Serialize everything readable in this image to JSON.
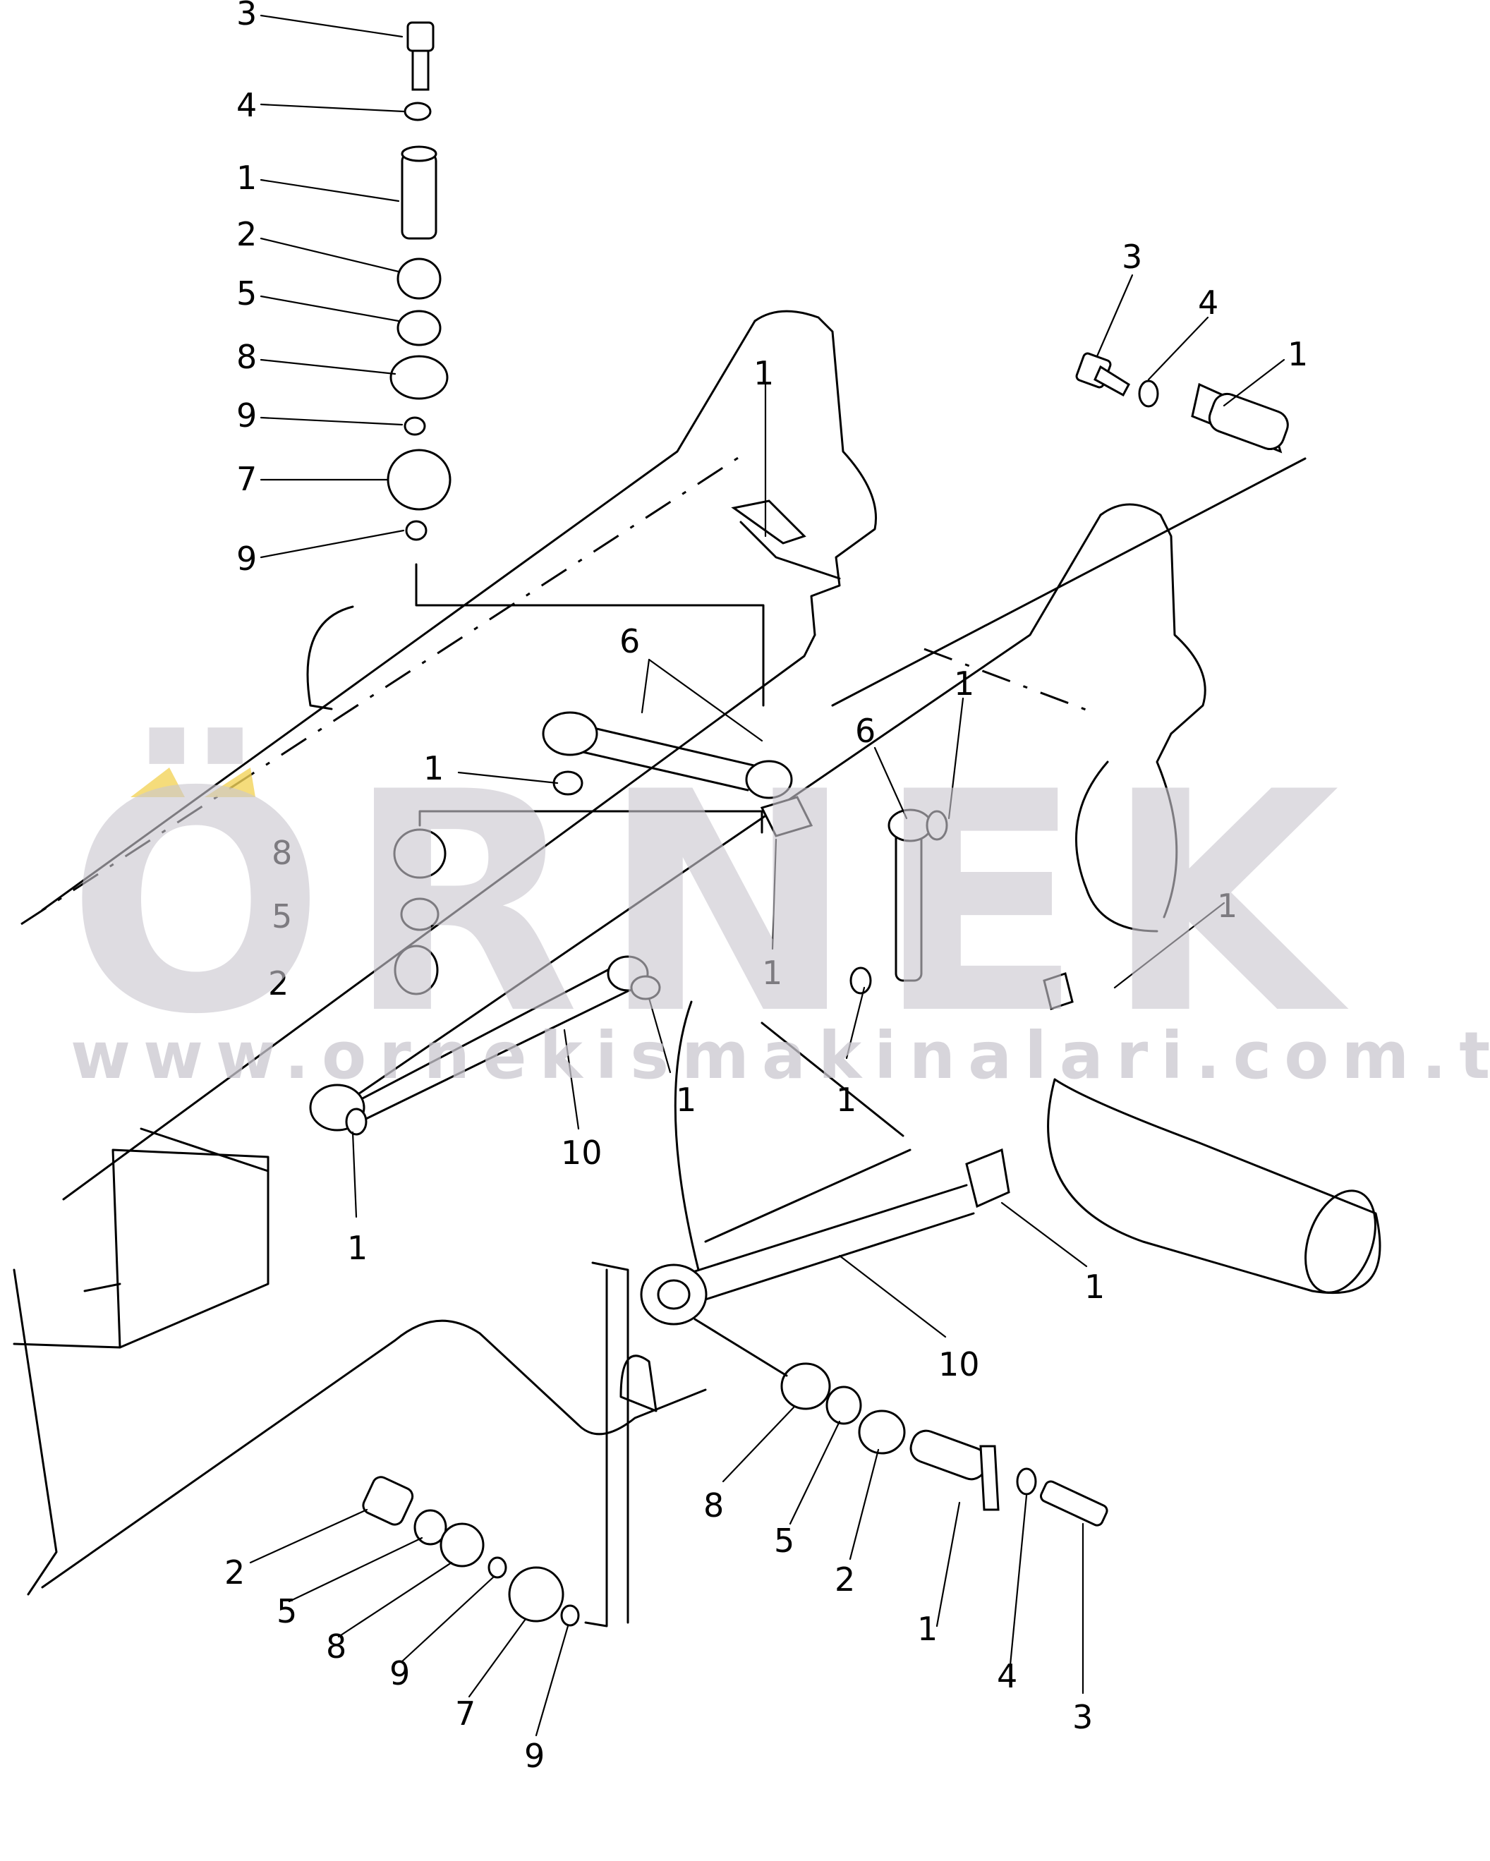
{
  "watermark": {
    "brand": "ÖRNEK",
    "url": "www.ornekismakinalari.com.tr",
    "color": "#c9c7cf",
    "accent_color": "#f3d35a"
  },
  "callouts": [
    {
      "id": "c1",
      "text": "3"
    },
    {
      "id": "c2",
      "text": "4"
    },
    {
      "id": "c3",
      "text": "1"
    },
    {
      "id": "c4",
      "text": "2"
    },
    {
      "id": "c5",
      "text": "5"
    },
    {
      "id": "c6",
      "text": "8"
    },
    {
      "id": "c7",
      "text": "9"
    },
    {
      "id": "c8",
      "text": "7"
    },
    {
      "id": "c9",
      "text": "9"
    },
    {
      "id": "c10",
      "text": "3"
    },
    {
      "id": "c11",
      "text": "4"
    },
    {
      "id": "c12",
      "text": "1"
    },
    {
      "id": "c13",
      "text": "1"
    },
    {
      "id": "c14",
      "text": "6"
    },
    {
      "id": "c15",
      "text": "1"
    },
    {
      "id": "c16",
      "text": "6"
    },
    {
      "id": "c17",
      "text": "1"
    },
    {
      "id": "c18",
      "text": "1"
    },
    {
      "id": "c19",
      "text": "8"
    },
    {
      "id": "c20",
      "text": "5"
    },
    {
      "id": "c21",
      "text": "2"
    },
    {
      "id": "c22",
      "text": "1"
    },
    {
      "id": "c23",
      "text": "1"
    },
    {
      "id": "c24",
      "text": "1"
    },
    {
      "id": "c25",
      "text": "10"
    },
    {
      "id": "c26",
      "text": "1"
    },
    {
      "id": "c27",
      "text": "1"
    },
    {
      "id": "c28",
      "text": "10"
    },
    {
      "id": "c29",
      "text": "8"
    },
    {
      "id": "c30",
      "text": "5"
    },
    {
      "id": "c31",
      "text": "2"
    },
    {
      "id": "c32",
      "text": "1"
    },
    {
      "id": "c33",
      "text": "4"
    },
    {
      "id": "c34",
      "text": "3"
    },
    {
      "id": "c35",
      "text": "2"
    },
    {
      "id": "c36",
      "text": "5"
    },
    {
      "id": "c37",
      "text": "8"
    },
    {
      "id": "c38",
      "text": "9"
    },
    {
      "id": "c39",
      "text": "7"
    },
    {
      "id": "c40",
      "text": "9"
    }
  ]
}
